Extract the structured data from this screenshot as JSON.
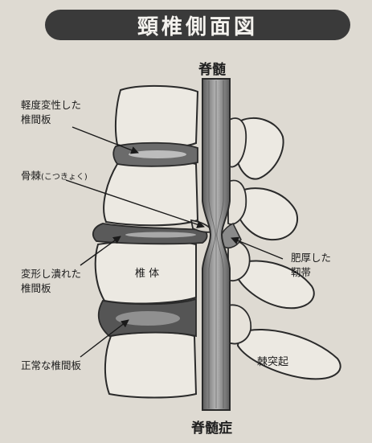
{
  "title": "頸椎側面図",
  "labels": {
    "spinal_cord_top": "脊髄",
    "spinal_cord_bottom": "脊髄症",
    "mild_disc_line1": "軽度変性した",
    "mild_disc_line2": "椎間板",
    "osteophyte": "骨棘",
    "osteophyte_reading": "(こつきょく)",
    "deformed_disc_line1": "変形し潰れた",
    "deformed_disc_line2": "椎間板",
    "vertebral_body": "椎 体",
    "normal_disc": "正常な椎間板",
    "ligament_line1": "肥厚した",
    "ligament_line2": "靭帯",
    "spinous_process": "棘突起"
  },
  "colors": {
    "background": "#dedad2",
    "title_bar": "#3a3a3a",
    "bone_fill": "#ece9e2",
    "disc_fill": "#5f5f5f",
    "cord_fill": "#7a7a7a"
  }
}
